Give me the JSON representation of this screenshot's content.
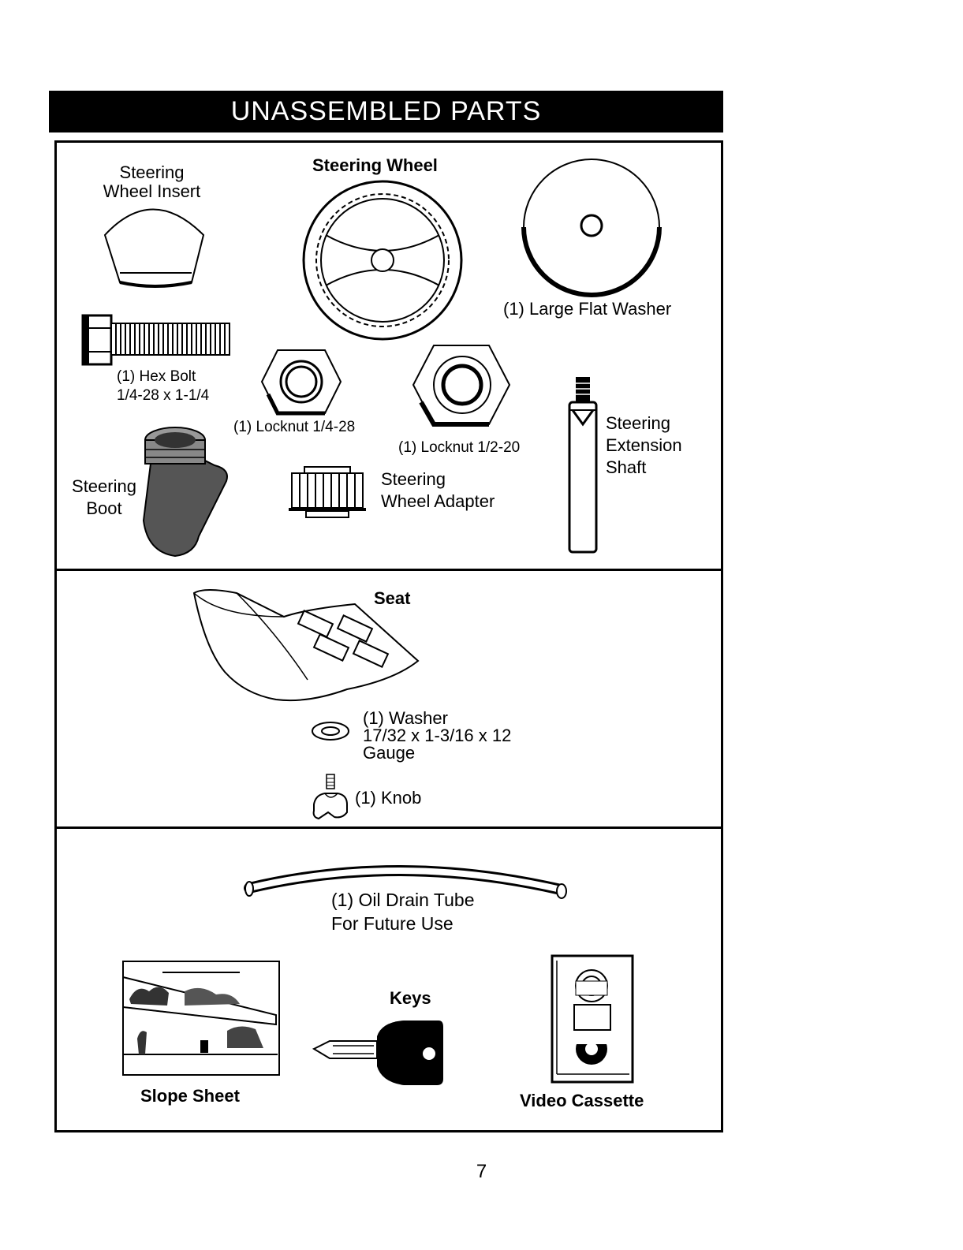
{
  "header": {
    "title": "UNASSEMBLED PARTS"
  },
  "section1": {
    "steering_wheel_insert": {
      "line1": "Steering",
      "line2": "Wheel Insert"
    },
    "steering_wheel": "Steering Wheel",
    "large_flat_washer": "(1) Large Flat Washer",
    "hex_bolt": {
      "line1": "(1) Hex Bolt",
      "line2": "1/4-28 x 1-1/4"
    },
    "locknut_small": "(1) Locknut 1/4-28",
    "locknut_large": "(1) Locknut 1/2-20",
    "steering_boot": {
      "line1": "Steering",
      "line2": "Boot"
    },
    "steering_wheel_adapter": {
      "line1": "Steering",
      "line2": "Wheel Adapter"
    },
    "steering_extension_shaft": {
      "line1": "Steering",
      "line2": "Extension",
      "line3": "Shaft"
    }
  },
  "section2": {
    "seat": "Seat",
    "washer": {
      "line1": "(1) Washer",
      "line2": "17/32 x 1-3/16 x 12",
      "line3": "Gauge"
    },
    "knob": "(1) Knob"
  },
  "section3": {
    "oil_drain_tube": {
      "line1": "(1) Oil Drain Tube",
      "line2": "For Future Use"
    },
    "keys": "Keys",
    "slope_sheet": "Slope Sheet",
    "video_cassette": "Video Cassette"
  },
  "page_number": "7"
}
